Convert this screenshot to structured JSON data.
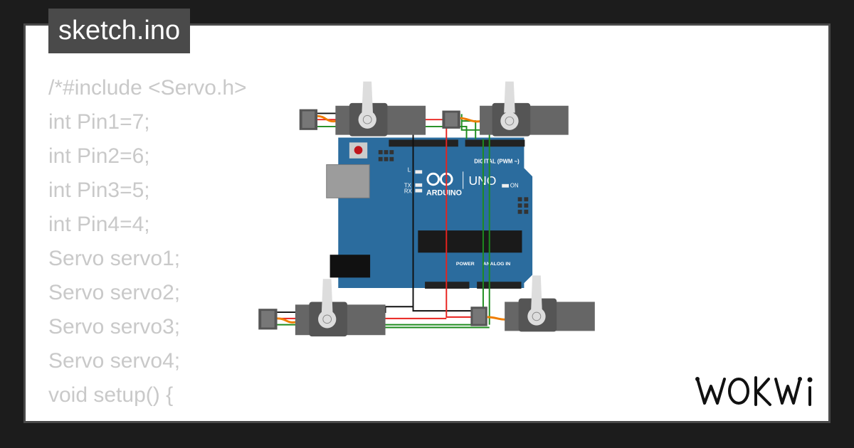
{
  "tab": {
    "label": "sketch.ino"
  },
  "code": {
    "lines": [
      "/*#include <Servo.h>",
      "int Pin1=7;",
      "int Pin2=6;",
      "int Pin3=5;",
      "int Pin4=4;",
      "Servo servo1;",
      "Servo servo2;",
      "Servo servo3;",
      "Servo servo4;",
      "void setup() {"
    ]
  },
  "board": {
    "brand": "ARDUINO",
    "model": "UNO",
    "digital_label": "DIGITAL (PWM ~)",
    "power_label": "POWER",
    "analog_label": "ANALOG IN",
    "on_label": "ON",
    "l_label": "L",
    "tx_label": "TX",
    "rx_label": "RX",
    "board_color": "#2b6c9e"
  },
  "wires": {
    "red": "#e8231f",
    "green": "#1e8c1e",
    "black": "#111111",
    "orange": "#ef7d00"
  },
  "brand": {
    "logo": "WOKWi"
  }
}
